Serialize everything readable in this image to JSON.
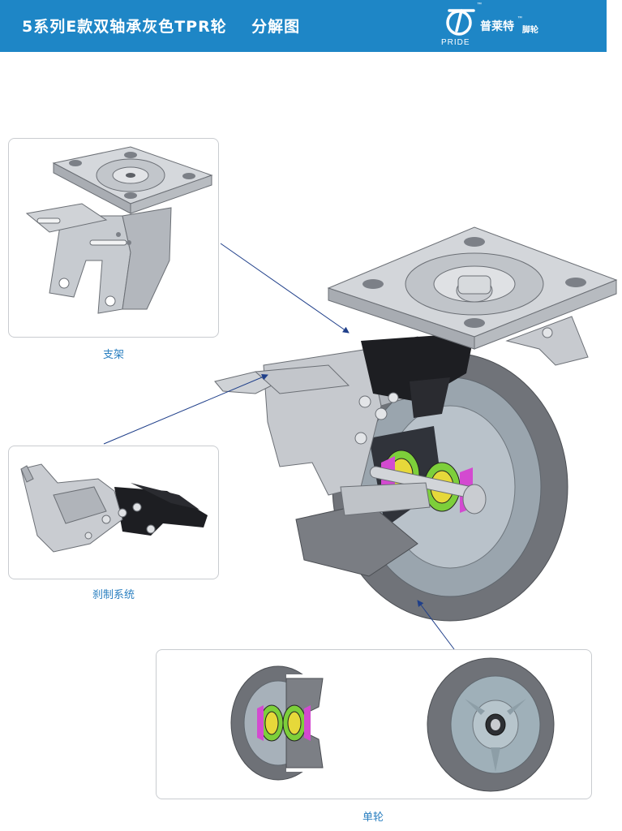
{
  "header": {
    "title": "5系列E款双轴承灰色TPR轮    分解图",
    "background": "#1e86c6"
  },
  "logo": {
    "tm": "™",
    "pride": "PRIDE",
    "brand": "普莱特",
    "brand_tm": "™",
    "sub": "脚轮"
  },
  "callouts": {
    "bracket": "支架",
    "brake": "刹制系统",
    "wheel": "单轮"
  },
  "colors": {
    "accent": "#2a7fc0",
    "panel_border": "#c9ccd0",
    "leader": "#1f3f8a",
    "metal": "#c4c7cc",
    "tire": "#6f7278",
    "hub": "#a9b3bc",
    "brake_dark": "#1d1e22"
  }
}
